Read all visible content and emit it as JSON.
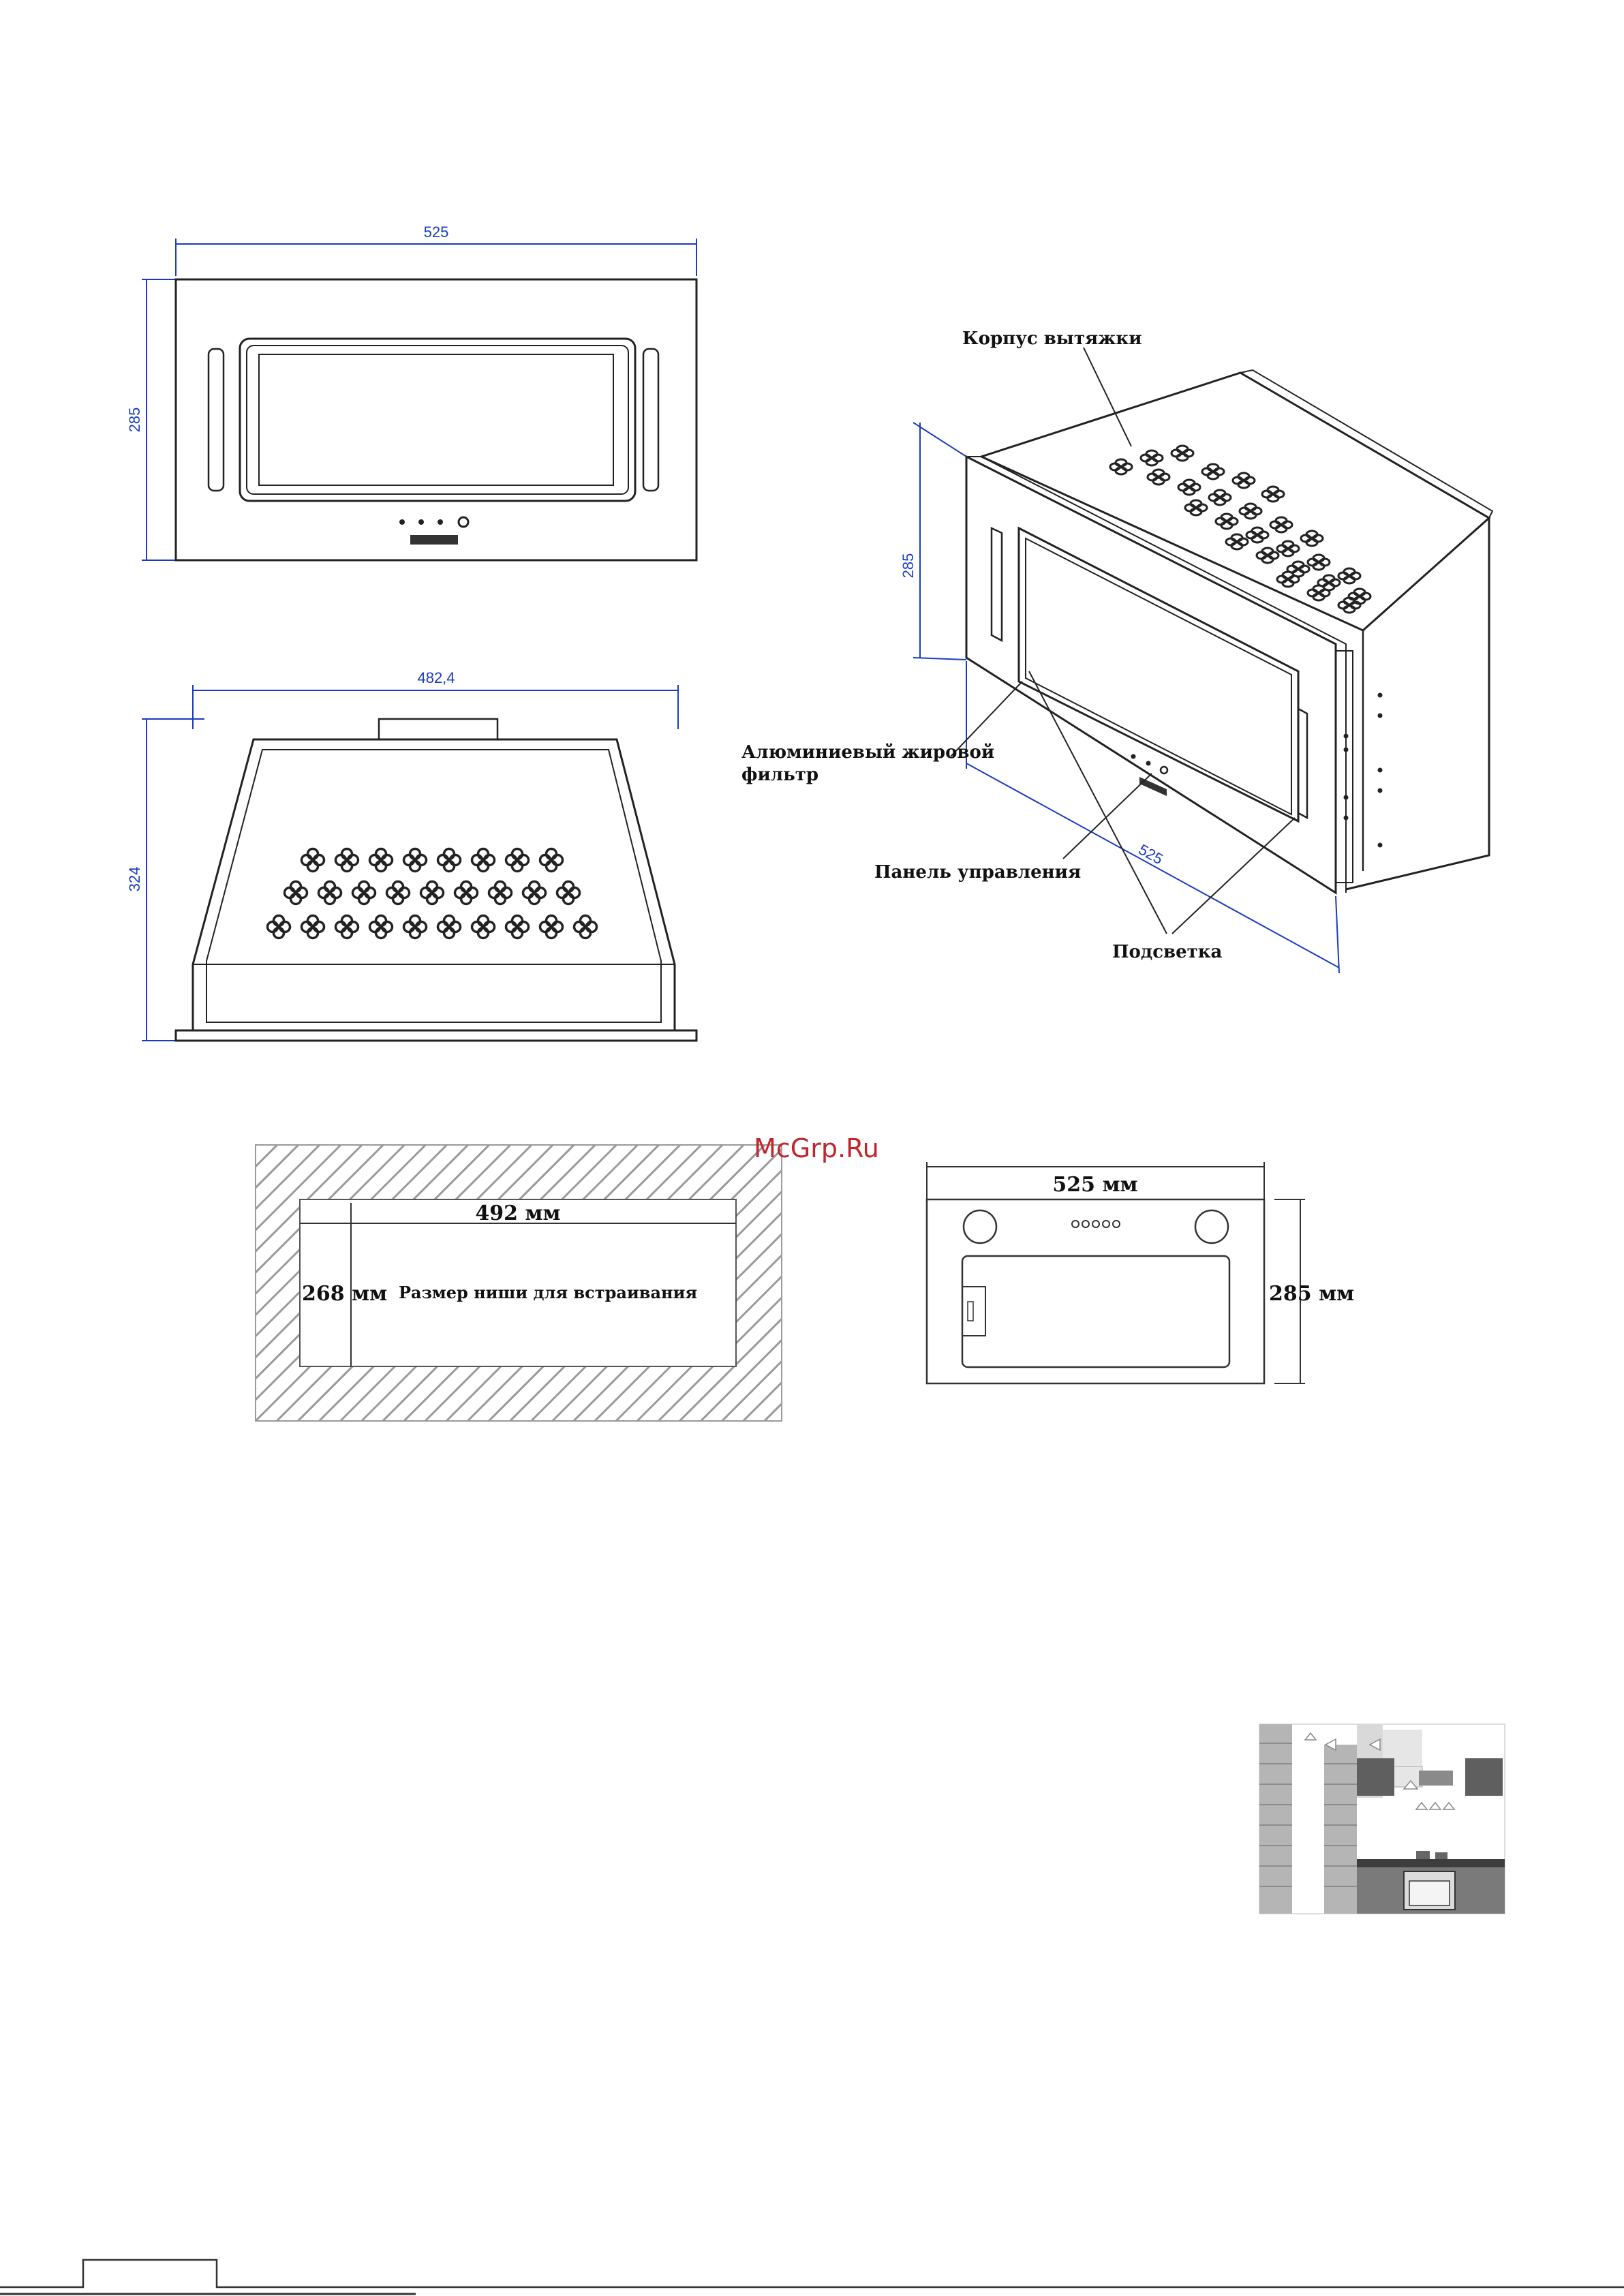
{
  "front_view": {
    "width_dim": "525",
    "height_dim": "285"
  },
  "side_view": {
    "width_dim": "482,4",
    "height_dim": "324"
  },
  "iso_view": {
    "height_dim": "285",
    "width_dim": "525",
    "label_body": "Корпус вытяжки",
    "label_filter_line1": "Алюминиевый жировой",
    "label_filter_line2": "фильтр",
    "label_panel": "Панель управления",
    "label_light": "Подсветка"
  },
  "niche": {
    "width": "492 мм",
    "height": "268 мм",
    "caption": "Размер ниши для встраивания"
  },
  "unit_outline": {
    "width": "525 мм",
    "height": "285 мм"
  },
  "watermark": "McGrp.Ru",
  "colors": {
    "dimension": "#1a3bbf",
    "watermark": "#c0272d",
    "outline": "#222222"
  }
}
